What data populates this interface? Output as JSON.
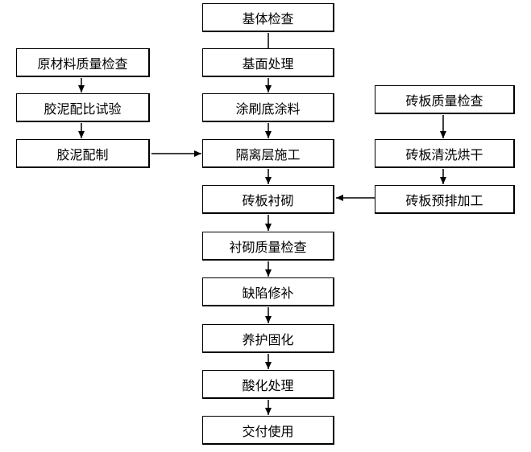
{
  "main_flow": [
    "基体检查",
    "基面处理",
    "涂刷底涂料",
    "隔离层施工",
    "砖板衬砌",
    "衬砌质量检查",
    "缺陷修补",
    "养护固化",
    "酸化处理",
    "交付使用"
  ],
  "left_flow": [
    "原材料质量检查",
    "胶泥配比试验",
    "胶泥配制"
  ],
  "right_flow": [
    "砖板质量检查",
    "砖板清洗烘干",
    "砖板预排加工"
  ]
}
